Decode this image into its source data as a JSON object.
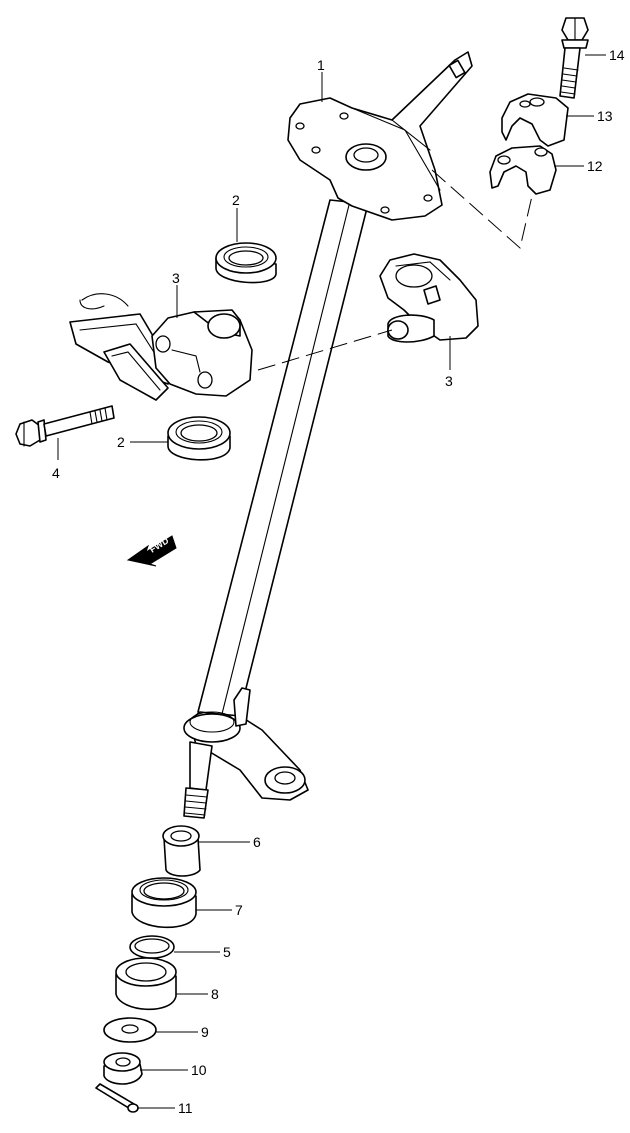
{
  "callouts": [
    {
      "id": "c1",
      "label": "1"
    },
    {
      "id": "c2a",
      "label": "2"
    },
    {
      "id": "c2b",
      "label": "2"
    },
    {
      "id": "c3a",
      "label": "3"
    },
    {
      "id": "c3b",
      "label": "3"
    },
    {
      "id": "c4",
      "label": "4"
    },
    {
      "id": "c5",
      "label": "5"
    },
    {
      "id": "c6",
      "label": "6"
    },
    {
      "id": "c7",
      "label": "7"
    },
    {
      "id": "c8",
      "label": "8"
    },
    {
      "id": "c9",
      "label": "9"
    },
    {
      "id": "c10",
      "label": "10"
    },
    {
      "id": "c11",
      "label": "11"
    },
    {
      "id": "c12",
      "label": "12"
    },
    {
      "id": "c13",
      "label": "13"
    },
    {
      "id": "c14",
      "label": "14"
    }
  ],
  "direction_arrow": {
    "label": "FWD",
    "icon": "fwd-arrow-icon"
  }
}
